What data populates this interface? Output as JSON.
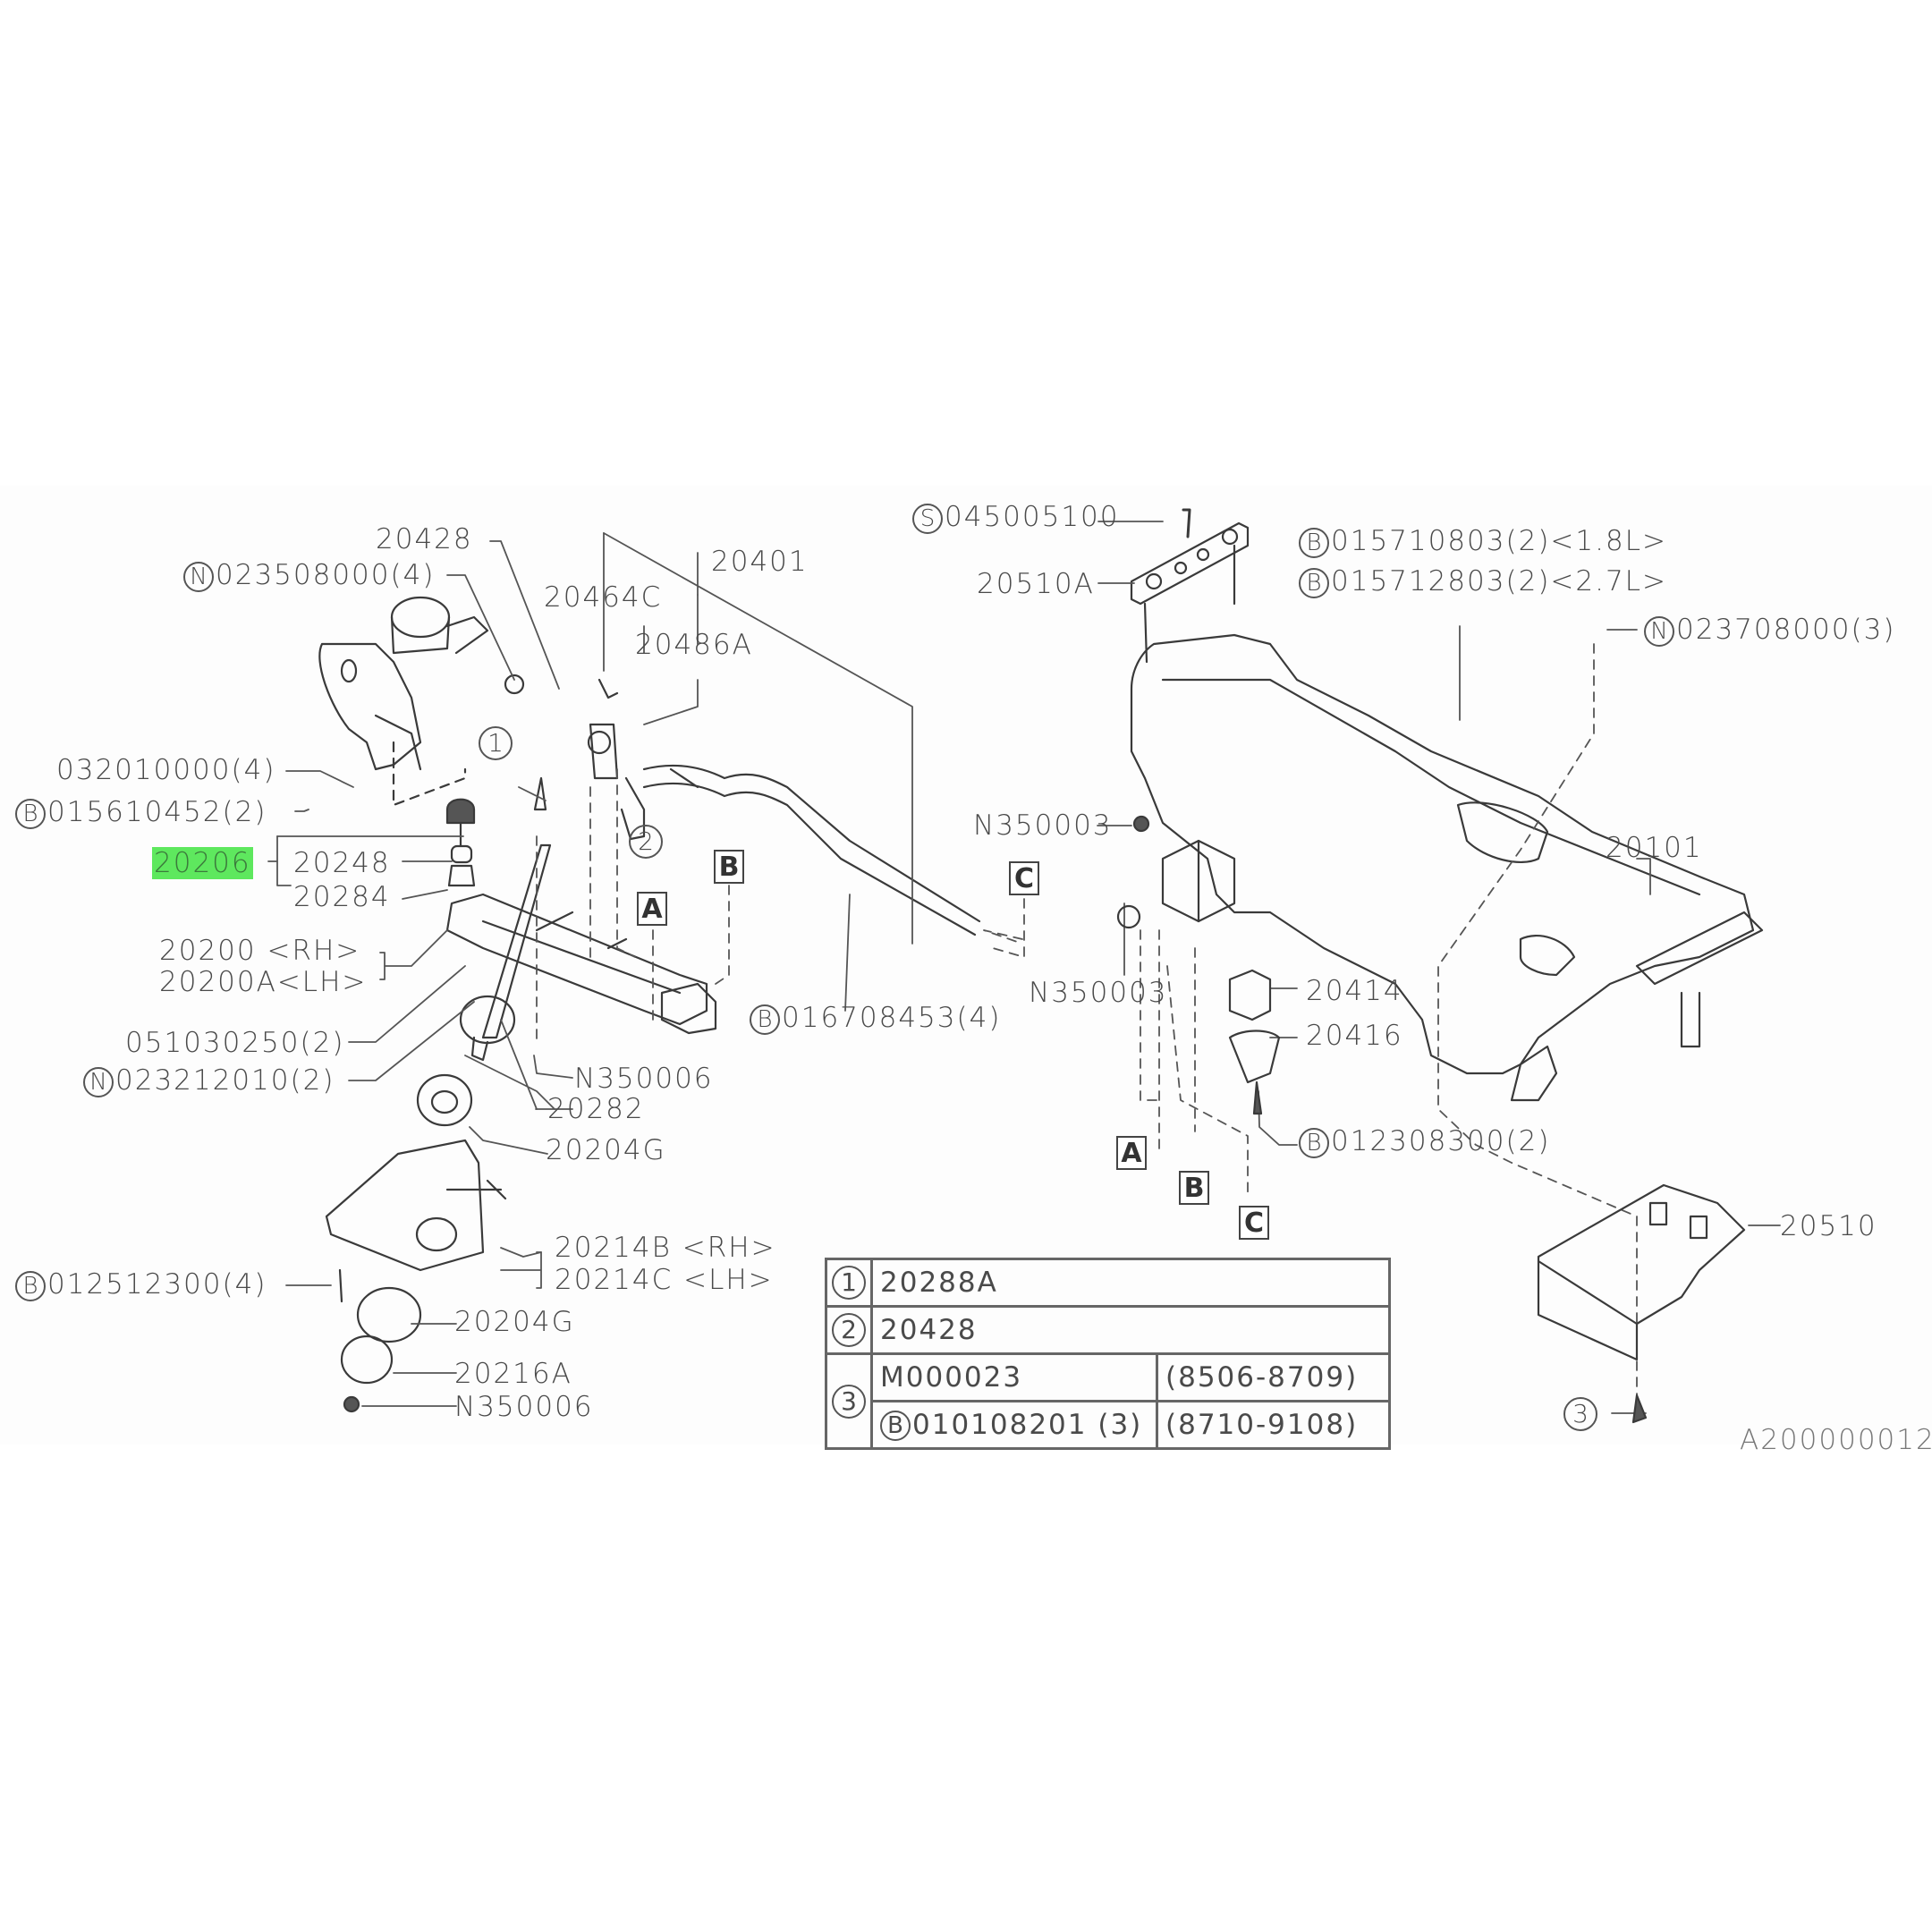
{
  "diagram": {
    "title_code": "A200000012",
    "highlight_color": "#5ee85e",
    "highlighted_part": "20206",
    "left_assembly": {
      "labels": [
        {
          "id": "l20428a",
          "text": "20428"
        },
        {
          "id": "l023508000",
          "prefix": "N",
          "text": "023508000(4)"
        },
        {
          "id": "l032010000",
          "text": "032010000(4)"
        },
        {
          "id": "l015610452",
          "prefix": "B",
          "text": "015610452(2)"
        },
        {
          "id": "l20206",
          "text": "20206",
          "highlighted": true
        },
        {
          "id": "l20248",
          "text": "20248"
        },
        {
          "id": "l20284",
          "text": "20284"
        },
        {
          "id": "l20200rh",
          "text": "20200 <RH>"
        },
        {
          "id": "l20200lh",
          "text": "20200A<LH>"
        },
        {
          "id": "l051030250",
          "text": "051030250(2)"
        },
        {
          "id": "l023212010",
          "prefix": "N",
          "text": "023212010(2)"
        },
        {
          "id": "l20282",
          "text": "20282"
        },
        {
          "id": "l20204g1",
          "text": "20204G"
        },
        {
          "id": "l20214b",
          "text": "20214B <RH>"
        },
        {
          "id": "l20214c",
          "text": "20214C <LH>"
        },
        {
          "id": "l012512300",
          "prefix": "B",
          "text": "012512300(4)"
        },
        {
          "id": "l20204g2",
          "text": "20204G"
        },
        {
          "id": "l20216a",
          "text": "20216A"
        },
        {
          "id": "l350006b",
          "text": "N350006"
        }
      ]
    },
    "stabilizer": {
      "labels": [
        {
          "id": "l20401",
          "text": "20401"
        },
        {
          "id": "l20464c",
          "text": "20464C"
        },
        {
          "id": "l20486a",
          "text": "20486A"
        },
        {
          "id": "l016708453",
          "prefix": "B",
          "text": "016708453(4)"
        },
        {
          "id": "l350006a",
          "text": "N350006"
        }
      ],
      "callouts": [
        "1",
        "2"
      ]
    },
    "crossmember": {
      "labels": [
        {
          "id": "l045005100",
          "prefix": "S",
          "text": "045005100"
        },
        {
          "id": "l20510a",
          "text": "20510A"
        },
        {
          "id": "l015710803",
          "prefix": "B",
          "text": "015710803(2)<1.8L>"
        },
        {
          "id": "l015712803",
          "prefix": "B",
          "text": "015712803(2)<2.7L>"
        },
        {
          "id": "l023708000",
          "prefix": "N",
          "text": "023708000(3)"
        },
        {
          "id": "l350003a",
          "text": "N350003"
        },
        {
          "id": "l20101",
          "text": "20101"
        },
        {
          "id": "l350003b",
          "text": "N350003"
        },
        {
          "id": "l20414",
          "text": "20414"
        },
        {
          "id": "l20416",
          "text": "20416"
        },
        {
          "id": "l012308300",
          "prefix": "B",
          "text": "012308300(2)"
        },
        {
          "id": "l20510",
          "text": "20510"
        }
      ],
      "callouts": [
        "3"
      ]
    },
    "connectors": [
      "A",
      "B",
      "C"
    ],
    "reference_table": {
      "rows": [
        {
          "key": "1",
          "cells": [
            "20288A"
          ]
        },
        {
          "key": "2",
          "cells": [
            "20428"
          ]
        },
        {
          "key": "3",
          "sub": [
            {
              "part": "M000023",
              "range": "(8506-8709)"
            },
            {
              "prefix": "B",
              "part": "010108201 (3)",
              "range": "(8710-9108)"
            }
          ]
        }
      ]
    }
  }
}
